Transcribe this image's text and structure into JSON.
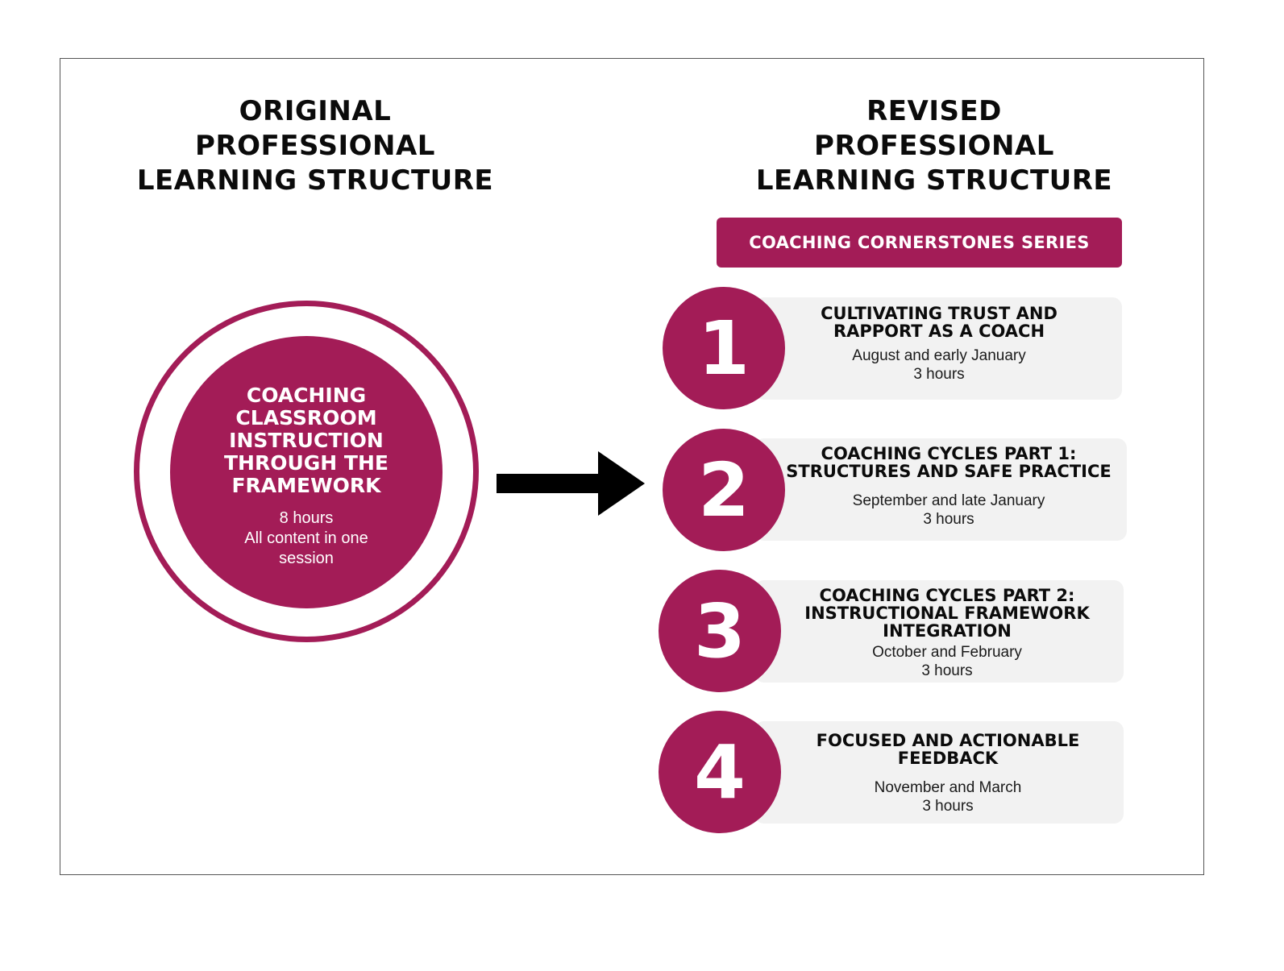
{
  "colors": {
    "accent": "#a31c57",
    "card": "#f2f2f2",
    "arrow": "#000000"
  },
  "original": {
    "heading": [
      "ORIGINAL",
      "PROFESSIONAL",
      "LEARNING STRUCTURE"
    ],
    "session": {
      "title": [
        "COACHING",
        "CLASSROOM",
        "INSTRUCTION",
        "THROUGH THE",
        "FRAMEWORK"
      ],
      "details": [
        "8 hours",
        "All content in one",
        "session"
      ]
    }
  },
  "arrow_icon": "arrow-right-icon",
  "revised": {
    "heading": [
      "REVISED",
      "PROFESSIONAL",
      "LEARNING STRUCTURE"
    ],
    "series_label": "COACHING CORNERSTONES SERIES",
    "sessions": [
      {
        "number": "1",
        "title": [
          "CULTIVATING TRUST AND",
          "RAPPORT AS A COACH"
        ],
        "schedule": "August and early January",
        "duration": "3 hours"
      },
      {
        "number": "2",
        "title": [
          "COACHING CYCLES PART 1:",
          "STRUCTURES AND SAFE PRACTICE"
        ],
        "schedule": "September and late January",
        "duration": "3 hours"
      },
      {
        "number": "3",
        "title": [
          "COACHING CYCLES PART 2:",
          "INSTRUCTIONAL FRAMEWORK",
          "INTEGRATION"
        ],
        "schedule": "October and February",
        "duration": "3 hours"
      },
      {
        "number": "4",
        "title": [
          "FOCUSED AND ACTIONABLE",
          "FEEDBACK"
        ],
        "schedule": "November and March",
        "duration": "3 hours"
      }
    ]
  }
}
